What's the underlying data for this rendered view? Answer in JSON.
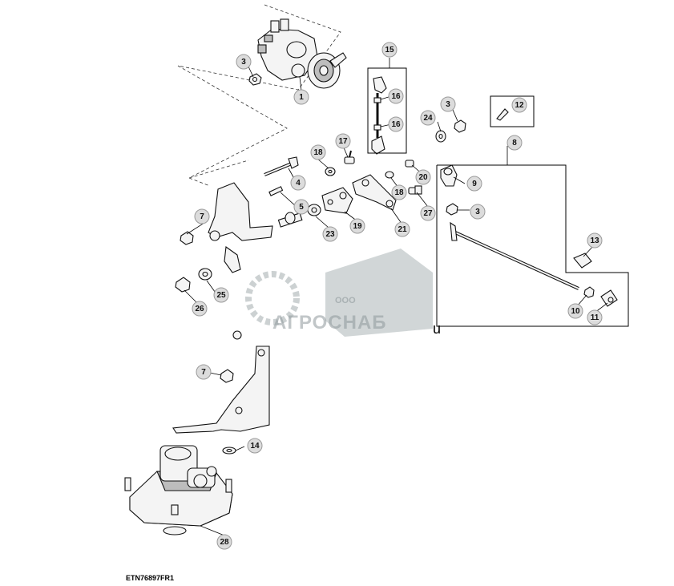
{
  "figure_id": "ETN76897FR1",
  "watermark": {
    "company_prefix": "ООО",
    "company_name": "АГРОСНАБ",
    "suffix": "u"
  },
  "callouts": [
    "1",
    "3",
    "3",
    "3",
    "4",
    "5",
    "7",
    "7",
    "8",
    "9",
    "10",
    "11",
    "12",
    "13",
    "14",
    "15",
    "16",
    "16",
    "17",
    "18",
    "18",
    "19",
    "20",
    "21",
    "23",
    "24",
    "25",
    "26",
    "27",
    "28"
  ]
}
